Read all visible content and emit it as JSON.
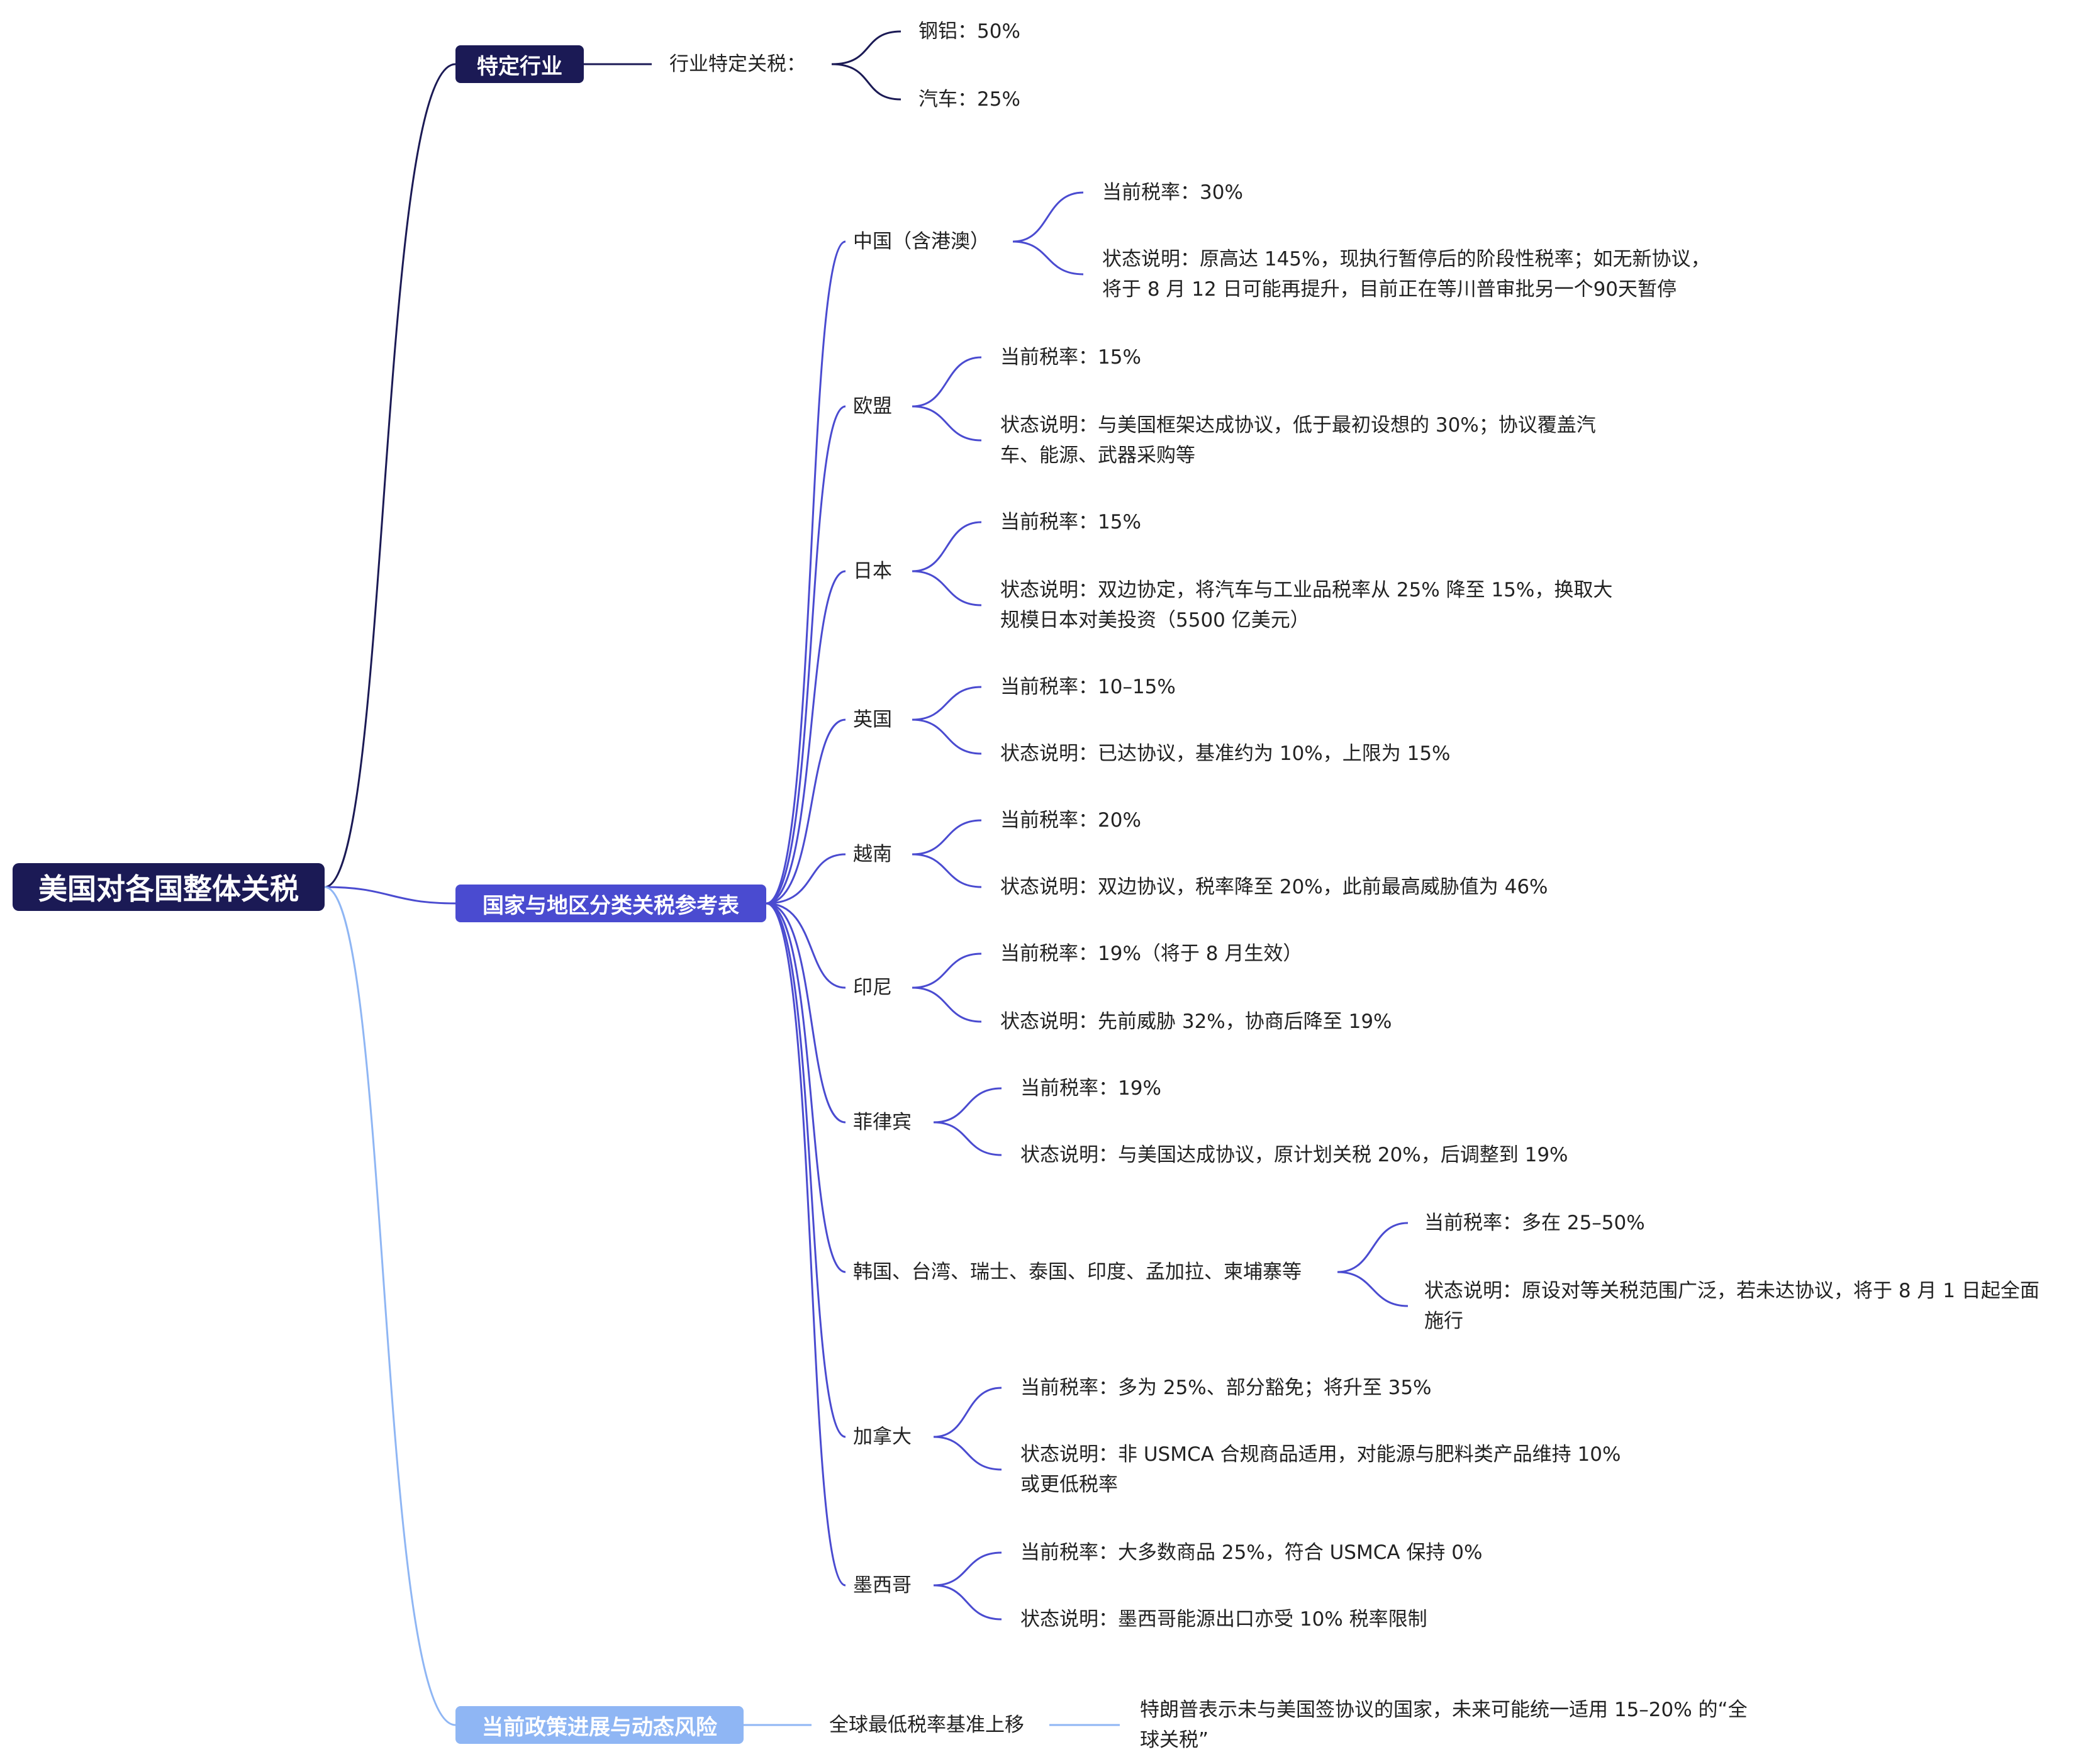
{
  "root": {
    "title": "美国对各国整体关税"
  },
  "industry": {
    "title": "特定行业",
    "label": "行业特定关税：",
    "items": [
      "钢铝：50%",
      "汽车：25%"
    ]
  },
  "countries": {
    "title": "国家与地区分类关税参考表",
    "list": [
      {
        "name": "中国（含港澳）",
        "rate": "当前税率：30%",
        "note": [
          "状态说明：原高达 145%，现执行暂停后的阶段性税率；如无新协议，",
          "将于 8 月 12 日可能再提升，目前正在等川普审批另一个90天暂停"
        ]
      },
      {
        "name": "欧盟",
        "rate": "当前税率：15%",
        "note": [
          "状态说明：与美国框架达成协议，低于最初设想的 30%；协议覆盖汽",
          "车、能源、武器采购等"
        ]
      },
      {
        "name": "日本",
        "rate": "当前税率：15%",
        "note": [
          "状态说明：双边协定，将汽车与工业品税率从 25% 降至 15%，换取大",
          "规模日本对美投资（5500 亿美元）"
        ]
      },
      {
        "name": "英国",
        "rate": "当前税率：10–15%",
        "note": [
          "状态说明：已达协议，基准约为 10%，上限为 15%"
        ]
      },
      {
        "name": "越南",
        "rate": "当前税率：20%",
        "note": [
          "状态说明：双边协议，税率降至 20%，此前最高威胁值为 46%"
        ]
      },
      {
        "name": "印尼",
        "rate": "当前税率：19%（将于 8 月生效）",
        "note": [
          "状态说明：先前威胁 32%，协商后降至 19%"
        ]
      },
      {
        "name": "菲律宾",
        "rate": "当前税率：19%",
        "note": [
          "状态说明：与美国达成协议，原计划关税 20%，后调整到 19%"
        ]
      },
      {
        "name": "韩国、台湾、瑞士、泰国、印度、孟加拉、柬埔寨等",
        "rate": "当前税率：多在 25–50%",
        "note": [
          "状态说明：原设对等关税范围广泛，若未达协议，将于 8 月 1 日起全面",
          "施行"
        ]
      },
      {
        "name": "加拿大",
        "rate": "当前税率：多为 25%、部分豁免；将升至 35%",
        "note": [
          "状态说明：非 USMCA 合规商品适用，对能源与肥料类产品维持 10%",
          "或更低税率"
        ]
      },
      {
        "name": "墨西哥",
        "rate": "当前税率：大多数商品 25%，符合 USMCA 保持 0%",
        "note": [
          "状态说明：墨西哥能源出口亦受 10% 税率限制"
        ]
      }
    ]
  },
  "policy": {
    "title": "当前政策进展与动态风险",
    "label": "全球最低税率基准上移",
    "note": [
      "特朗普表示未与美国签协议的国家，未来可能统一适用 15–20% 的“全",
      "球关税”"
    ]
  },
  "colors": {
    "dark": "#1b1a55",
    "mid": "#4a4bd0",
    "light": "#8fb6f4"
  }
}
